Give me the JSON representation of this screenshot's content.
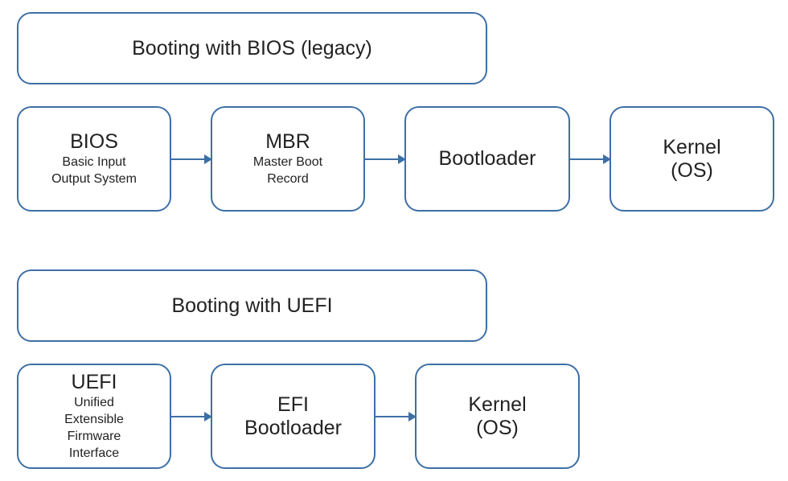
{
  "legacy": {
    "title": "Booting with BIOS (legacy)",
    "bios": {
      "name": "BIOS",
      "desc1": "Basic Input",
      "desc2": "Output System"
    },
    "mbr": {
      "name": "MBR",
      "desc1": "Master Boot",
      "desc2": "Record"
    },
    "bootloader": {
      "name": "Bootloader"
    },
    "kernel": {
      "line1": "Kernel",
      "line2": "(OS)"
    }
  },
  "uefi": {
    "title": "Booting with UEFI",
    "uefi": {
      "name": "UEFI",
      "desc1": "Unified",
      "desc2": "Extensible",
      "desc3": "Firmware",
      "desc4": "Interface"
    },
    "efi_bootloader": {
      "line1": "EFI",
      "line2": "Bootloader"
    },
    "kernel": {
      "line1": "Kernel",
      "line2": "(OS)"
    }
  },
  "colors": {
    "border": "#3d6fa5",
    "text": "#222222"
  }
}
